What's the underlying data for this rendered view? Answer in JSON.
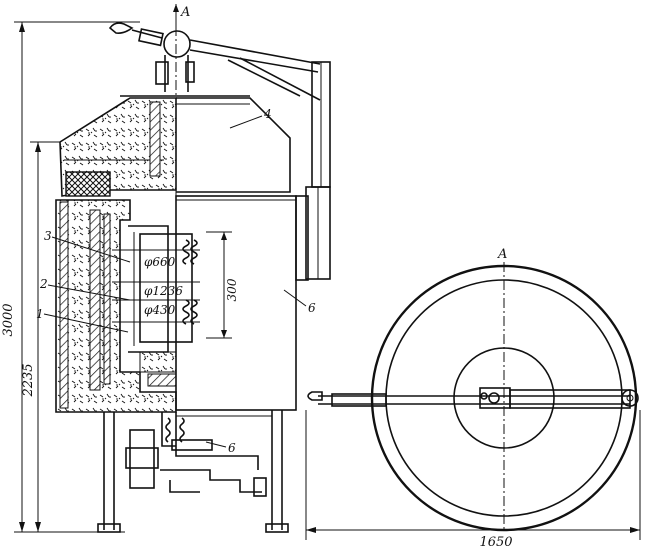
{
  "labels": {
    "section_mark_top": "A",
    "section_mark_plan": "A",
    "dim_height_total": "3000",
    "dim_height_body": "2235",
    "dim_width_plan": "1650",
    "dim_heater_height": "300",
    "dia_1": "φ660",
    "dia_2": "φ1236",
    "dia_3": "φ430",
    "callout_1": "1",
    "callout_2": "2",
    "callout_3": "3",
    "callout_4": "4",
    "callout_6a": "6",
    "callout_6b": "6"
  },
  "colors": {
    "line": "#111111",
    "background": "#ffffff"
  }
}
